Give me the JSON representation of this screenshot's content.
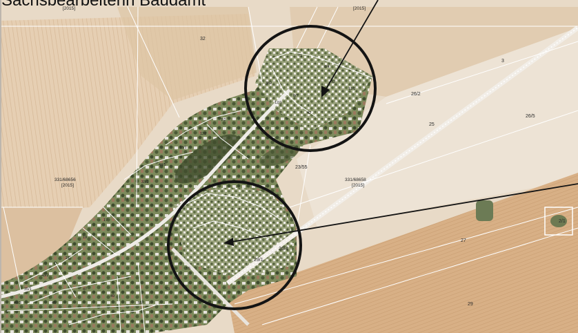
{
  "document": {
    "title": "Sachsbearbeiterin Baudamt"
  },
  "map": {
    "labels": {
      "year_top": "[2015]",
      "year_top_right": "[2015]",
      "parcel_32": "32",
      "parcel_26_5": "26/5",
      "parcel_26_5_road": "26/2",
      "parcel_27": "27",
      "parcel_29": "29",
      "parcel_26_4": "26/4",
      "parcel_29_1": "29/1",
      "parcel_25": "25",
      "parcel_23": "23/55",
      "parcel_3": "3",
      "block_left": "331/68656",
      "block_left_year": "[2015]",
      "block_right": "331/68658",
      "block_right_year": "[2015]",
      "pond_label": "2/1"
    },
    "building_numbers": [
      "382",
      "71",
      "8/4",
      "8/7",
      "12/1",
      "42",
      "52",
      "11/1",
      "7/2",
      "128",
      "13/1",
      "44/5",
      "33/1",
      "31",
      "17",
      "19",
      "21",
      "43/2",
      "35/1",
      "40/3",
      "45",
      "47",
      "49",
      "51",
      "53",
      "55"
    ],
    "colors": {
      "field_light": "#e8d9c2",
      "field_tan": "#d9b48a",
      "field_brown": "#c79a6c",
      "village_green": "#6a7a4e",
      "annotation_black": "#141414"
    }
  }
}
